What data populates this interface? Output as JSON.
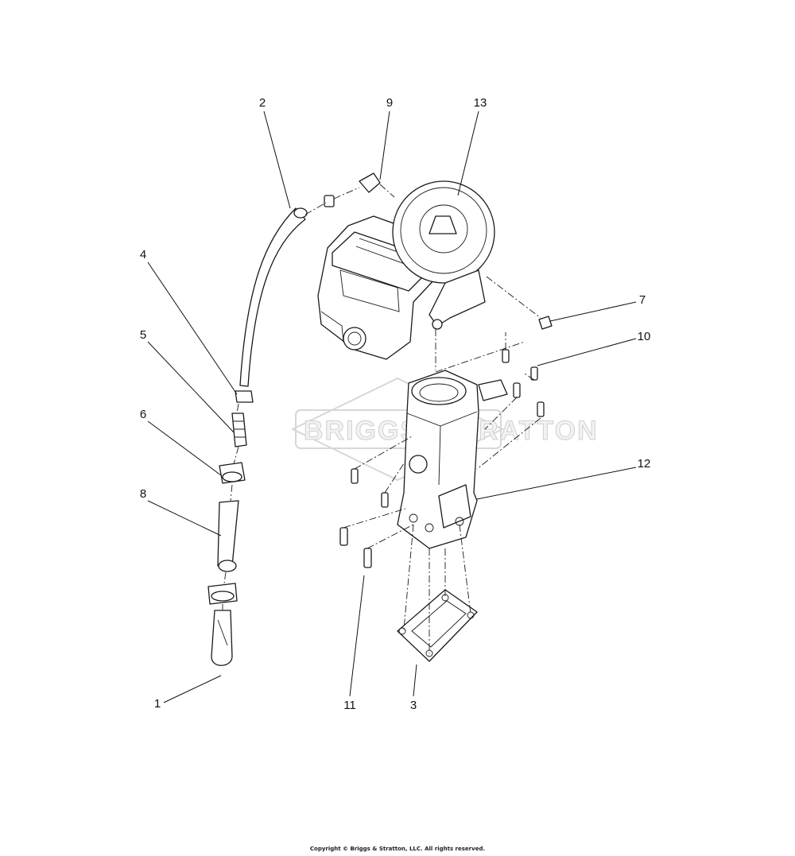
{
  "watermark": {
    "text": "BRIGGS&STRATTON"
  },
  "copyright": "Copyright © Briggs & Stratton, LLC. All rights reserved.",
  "callouts": [
    {
      "id": "c1",
      "label": "1"
    },
    {
      "id": "c2",
      "label": "2"
    },
    {
      "id": "c3",
      "label": "3"
    },
    {
      "id": "c4",
      "label": "4"
    },
    {
      "id": "c5",
      "label": "5"
    },
    {
      "id": "c6",
      "label": "6"
    },
    {
      "id": "c7",
      "label": "7"
    },
    {
      "id": "c8",
      "label": "8"
    },
    {
      "id": "c9",
      "label": "9"
    },
    {
      "id": "c10",
      "label": "10"
    },
    {
      "id": "c11",
      "label": "11"
    },
    {
      "id": "c12",
      "label": "12"
    },
    {
      "id": "c13",
      "label": "13"
    }
  ]
}
